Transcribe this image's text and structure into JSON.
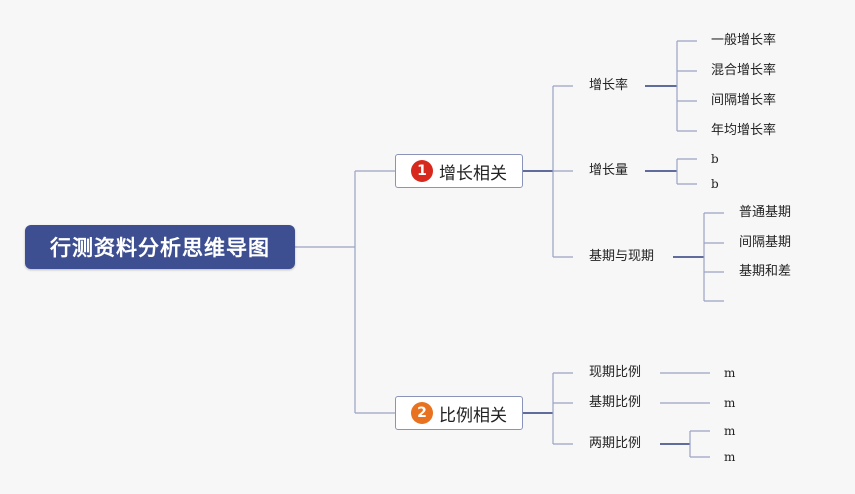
{
  "root": {
    "label": "行测资料分析思维导图"
  },
  "branch1": {
    "number": "1",
    "label": "增长相关",
    "growth_rate": {
      "label": "增长率",
      "items": [
        "一般增长率",
        "混合增长率",
        "间隔增长率",
        "年均增长率"
      ]
    },
    "growth_amount": {
      "label": "增长量",
      "items": [
        "b",
        "b"
      ]
    },
    "base_current": {
      "label": "基期与现期",
      "items": [
        "普通基期",
        "间隔基期",
        "基期和差",
        ""
      ]
    }
  },
  "branch2": {
    "number": "2",
    "label": "比例相关",
    "current_ratio": {
      "label": "现期比例",
      "item": "m"
    },
    "base_ratio": {
      "label": "基期比例",
      "item": "m"
    },
    "two_period_ratio": {
      "label": "两期比例",
      "items": [
        "m",
        "m"
      ]
    }
  },
  "colors": {
    "root_bg": "#3d4f90",
    "connector": "#9aa3c4",
    "connector_dark": "#2f3f7f",
    "badge_1": "#d6281c",
    "badge_2": "#e8721f"
  }
}
